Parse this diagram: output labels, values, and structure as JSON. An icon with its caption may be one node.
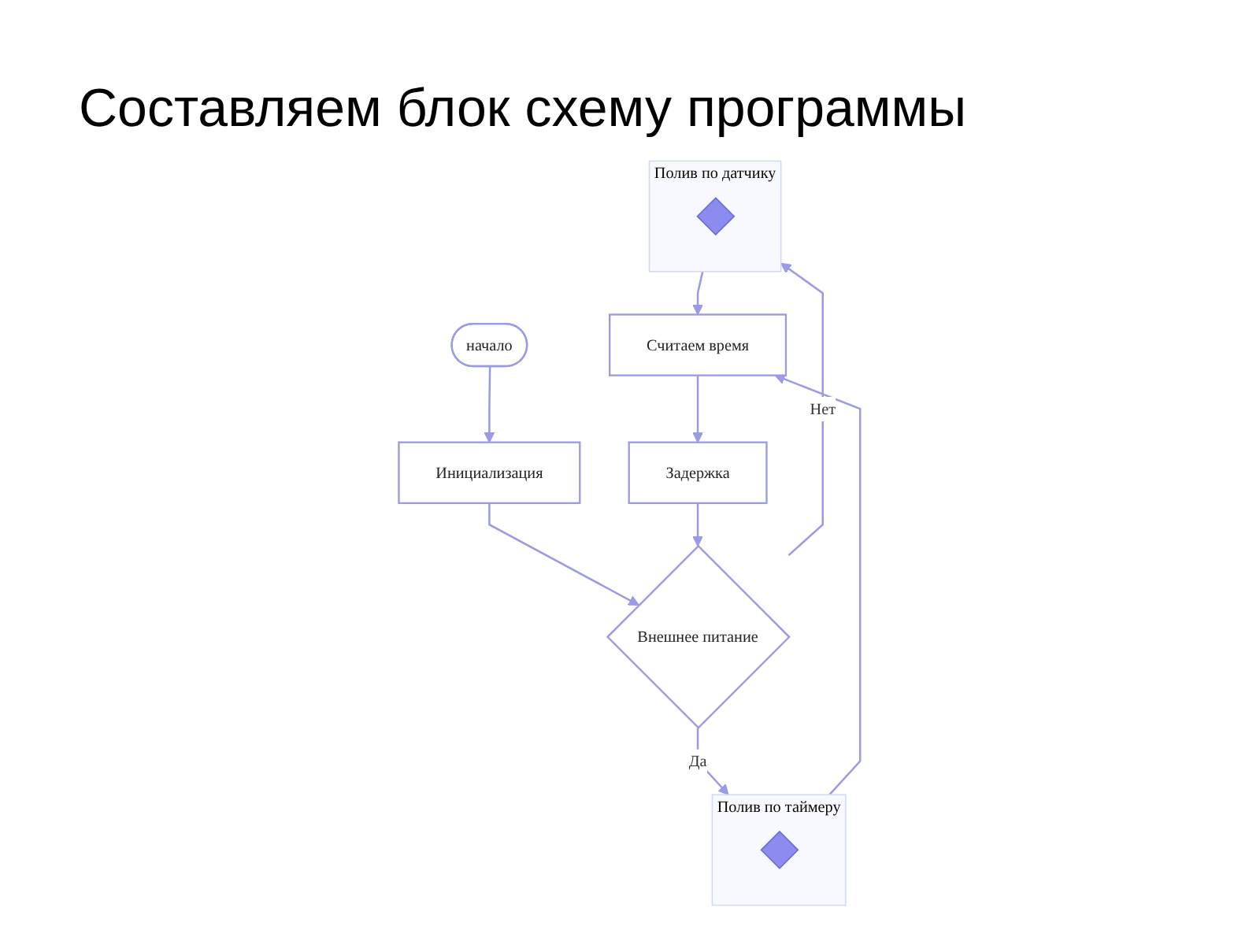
{
  "diagram": {
    "title": "Составляем блок схему программы",
    "nodes": [
      {
        "text": [
          "начало"
        ]
      },
      {
        "text": [
          "Инициализация"
        ]
      },
      {
        "text": [
          "Внешнее питание"
        ]
      },
      {
        "text": [
          "Полив по таймеру"
        ]
      },
      {
        "text": [],
        "shape": "diamond",
        "in": 3
      },
      {
        "text": [
          "Полив по датчику"
        ]
      },
      {
        "text": [],
        "shape": "diamond",
        "in": 5
      },
      {
        "text": [
          "Считаем время"
        ]
      },
      {
        "text": [
          "Задержка"
        ]
      }
    ],
    "edges": [
      {
        "from": 0,
        "to": 1,
        "arrow": "to"
      },
      {
        "from": 1,
        "to": 2,
        "arrow": "to"
      },
      {
        "from": 2,
        "to": 3,
        "label": "Да",
        "arrow": "to"
      },
      {
        "from": 2,
        "to": 5,
        "label": "Нет",
        "arrow": "to"
      },
      {
        "from": 3,
        "to": 7,
        "arrow": "to"
      },
      {
        "from": 5,
        "to": 7,
        "arrow": "to"
      },
      {
        "from": 7,
        "to": 8,
        "arrow": "to"
      },
      {
        "from": 8,
        "to": 2,
        "arrow": "to"
      }
    ]
  }
}
